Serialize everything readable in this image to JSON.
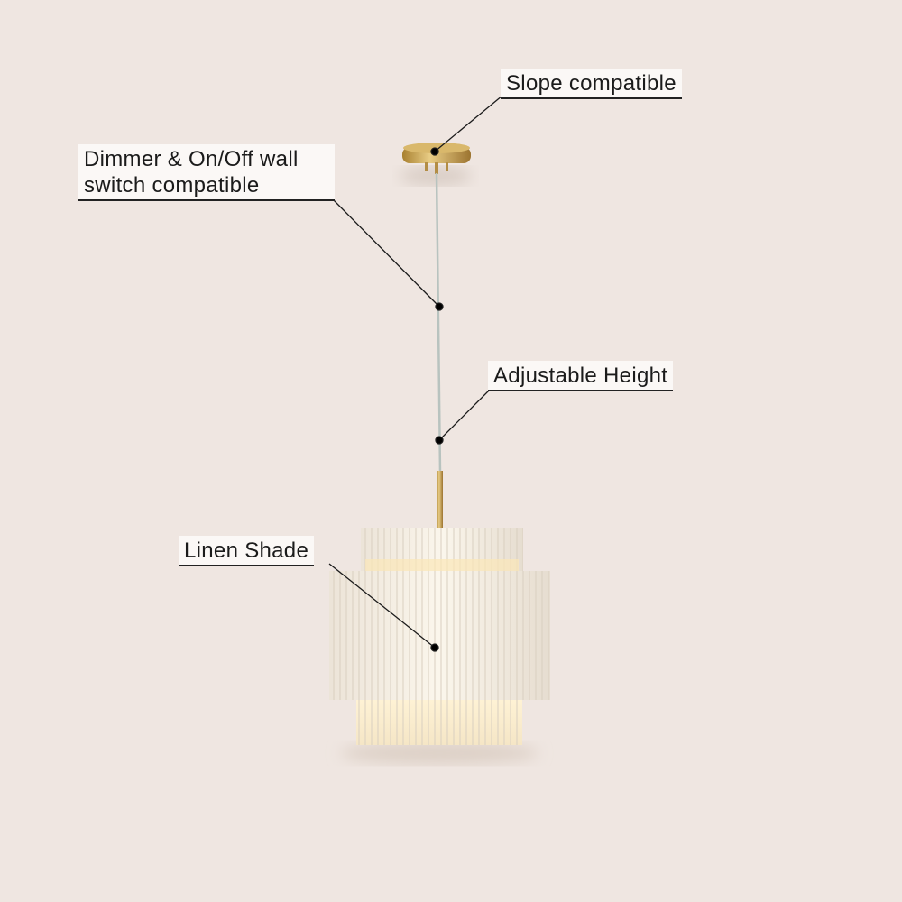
{
  "callouts": {
    "slope": "Slope compatible",
    "dimmer_line1": "Dimmer & On/Off wall",
    "dimmer_line2": "switch compatible",
    "height": "Adjustable Height",
    "shade": "Linen Shade"
  },
  "colors": {
    "background": "#efe6e1",
    "brass": "#c9a356",
    "shade": "#f6efe3",
    "glow": "#fbe7b8"
  }
}
